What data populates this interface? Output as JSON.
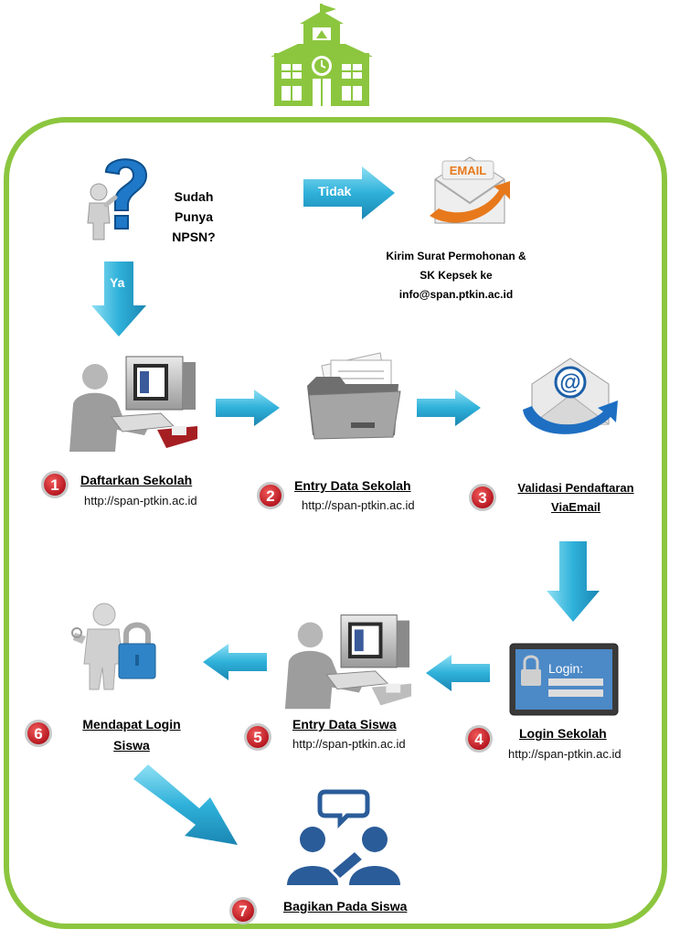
{
  "question": {
    "line1": "Sudah Punya",
    "line2": "NPSN?"
  },
  "branch_no": "Tidak",
  "branch_yes": "Ya",
  "email_badge": "EMAIL",
  "email_note": {
    "line1": "Kirim Surat Permohonan &",
    "line2": "SK Kepsek ke",
    "line3": "info@span.ptkin.ac.id"
  },
  "login_screen_text": "Login:",
  "steps": [
    {
      "number": "1",
      "title": "Daftarkan Sekolah",
      "url": "http://span-ptkin.ac.id"
    },
    {
      "number": "2",
      "title": "Entry Data Sekolah",
      "url": "http://span-ptkin.ac.id"
    },
    {
      "number": "3",
      "title_line1": "Validasi Pendaftaran",
      "title_line2": "ViaEmail"
    },
    {
      "number": "4",
      "title": "Login Sekolah",
      "url": "http://span-ptkin.ac.id"
    },
    {
      "number": "5",
      "title": "Entry Data Siswa",
      "url": "http://span-ptkin.ac.id"
    },
    {
      "number": "6",
      "title_line1": "Mendapat Login",
      "title_line2": "Siswa"
    },
    {
      "number": "7",
      "title": "Bagikan Pada Siswa"
    }
  ],
  "colors": {
    "frame": "#8cc63f",
    "arrow": "#2aa9d2",
    "badge": "#d0202a",
    "people": "#2a5c99"
  }
}
